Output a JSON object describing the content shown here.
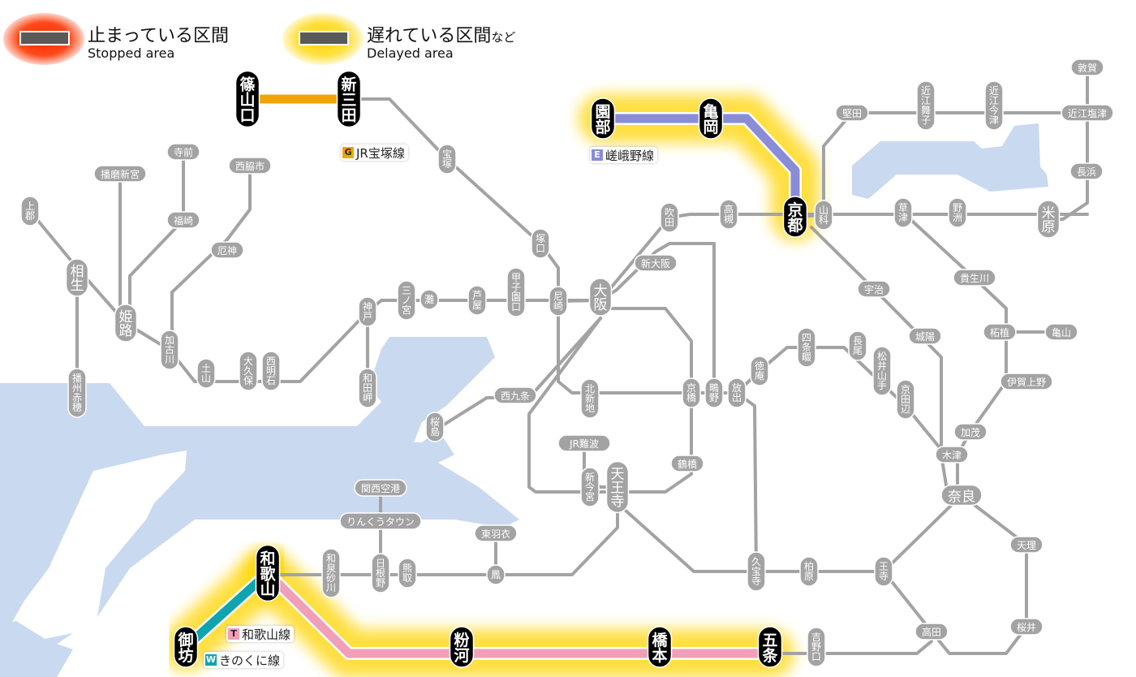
{
  "legend": {
    "stopped": {
      "label_jp": "止まっている区間",
      "label_en": "Stopped area",
      "glow_color": "#ff3300"
    },
    "delayed": {
      "label_jp": "遅れている区間",
      "label_jp_suffix": "など",
      "label_en": "Delayed area",
      "glow_color": "#ffd400"
    }
  },
  "colors": {
    "sea": "#c9d9f0",
    "track": "#a3a3a3",
    "station_inactive": "#a3a3a3",
    "station_active": "#000000",
    "delay_glow": "#ffd400"
  },
  "line_tags": [
    {
      "code": "G",
      "name": "JR宝塚線",
      "color": "#f0a500"
    },
    {
      "code": "E",
      "name": "嵯峨野線",
      "color": "#8a8cd8"
    },
    {
      "code": "T",
      "name": "和歌山線",
      "color": "#f19fb9"
    },
    {
      "code": "W",
      "name": "きのくに線",
      "color": "#10a3b0"
    }
  ],
  "delayed_lines": [
    {
      "name": "JR宝塚線",
      "color": "#f0a500",
      "stations": [
        "篠山口",
        "新三田"
      ]
    },
    {
      "name": "嵯峨野線",
      "color": "#8a8cd8",
      "stations": [
        "園部",
        "亀岡",
        "京都"
      ]
    },
    {
      "name": "和歌山線",
      "color": "#f19fb9",
      "stations": [
        "和歌山",
        "粉河",
        "橋本",
        "五条"
      ]
    },
    {
      "name": "きのくに線",
      "color": "#10a3b0",
      "stations": [
        "御坊",
        "和歌山"
      ]
    }
  ],
  "stations": [
    {
      "name": "篠山口",
      "active": true
    },
    {
      "name": "新三田",
      "active": true
    },
    {
      "name": "園部",
      "active": true
    },
    {
      "name": "亀岡",
      "active": true
    },
    {
      "name": "京都",
      "active": true
    },
    {
      "name": "和歌山",
      "active": true
    },
    {
      "name": "御坊",
      "active": true
    },
    {
      "name": "粉河",
      "active": true
    },
    {
      "name": "橋本",
      "active": true
    },
    {
      "name": "五条",
      "active": true
    },
    {
      "name": "宝塚",
      "active": false
    },
    {
      "name": "播磨新宮",
      "active": false
    },
    {
      "name": "寺前",
      "active": false
    },
    {
      "name": "西脇市",
      "active": false
    },
    {
      "name": "上郡",
      "active": false
    },
    {
      "name": "福崎",
      "active": false
    },
    {
      "name": "厄神",
      "active": false
    },
    {
      "name": "相生",
      "active": false
    },
    {
      "name": "姫路",
      "active": false
    },
    {
      "name": "加古川",
      "active": false
    },
    {
      "name": "土山",
      "active": false
    },
    {
      "name": "大久保",
      "active": false
    },
    {
      "name": "西明石",
      "active": false
    },
    {
      "name": "播州赤穂",
      "active": false
    },
    {
      "name": "神戸",
      "active": false
    },
    {
      "name": "和田岬",
      "active": false
    },
    {
      "name": "三ノ宮",
      "active": false
    },
    {
      "name": "灘",
      "active": false
    },
    {
      "name": "芦屋",
      "active": false
    },
    {
      "name": "甲子園口",
      "active": false
    },
    {
      "name": "塚口",
      "active": false
    },
    {
      "name": "尼崎",
      "active": false
    },
    {
      "name": "大阪",
      "active": false
    },
    {
      "name": "新大阪",
      "active": false
    },
    {
      "name": "吹田",
      "active": false
    },
    {
      "name": "高槻",
      "active": false
    },
    {
      "name": "山科",
      "active": false
    },
    {
      "name": "堅田",
      "active": false
    },
    {
      "name": "近江舞子",
      "active": false
    },
    {
      "name": "近江今津",
      "active": false
    },
    {
      "name": "近江塩津",
      "active": false
    },
    {
      "name": "敦賀",
      "active": false
    },
    {
      "name": "長浜",
      "active": false
    },
    {
      "name": "米原",
      "active": false
    },
    {
      "name": "草津",
      "active": false
    },
    {
      "name": "野洲",
      "active": false
    },
    {
      "name": "貴生川",
      "active": false
    },
    {
      "name": "柘植",
      "active": false
    },
    {
      "name": "亀山",
      "active": false
    },
    {
      "name": "伊賀上野",
      "active": false
    },
    {
      "name": "宇治",
      "active": false
    },
    {
      "name": "城陽",
      "active": false
    },
    {
      "name": "西九条",
      "active": false
    },
    {
      "name": "桜島",
      "active": false
    },
    {
      "name": "北新地",
      "active": false
    },
    {
      "name": "京橋",
      "active": false
    },
    {
      "name": "鴫野",
      "active": false
    },
    {
      "name": "放出",
      "active": false
    },
    {
      "name": "徳庵",
      "active": false
    },
    {
      "name": "四条畷",
      "active": false
    },
    {
      "name": "長尾",
      "active": false
    },
    {
      "name": "松井山手",
      "active": false
    },
    {
      "name": "京田辺",
      "active": false
    },
    {
      "name": "木津",
      "active": false
    },
    {
      "name": "加茂",
      "active": false
    },
    {
      "name": "奈良",
      "active": false
    },
    {
      "name": "JR難波",
      "active": false
    },
    {
      "name": "新今宮",
      "active": false
    },
    {
      "name": "天王寺",
      "active": false
    },
    {
      "name": "鶴橋",
      "active": false
    },
    {
      "name": "関西空港",
      "active": false
    },
    {
      "name": "りんくうタウン",
      "active": false
    },
    {
      "name": "東羽衣",
      "active": false
    },
    {
      "name": "鳳",
      "active": false
    },
    {
      "name": "和泉砂川",
      "active": false
    },
    {
      "name": "日根野",
      "active": false
    },
    {
      "name": "熊取",
      "active": false
    },
    {
      "name": "久宝寺",
      "active": false
    },
    {
      "name": "柏原",
      "active": false
    },
    {
      "name": "王寺",
      "active": false
    },
    {
      "name": "天理",
      "active": false
    },
    {
      "name": "桜井",
      "active": false
    },
    {
      "name": "高田",
      "active": false
    },
    {
      "name": "吉野口",
      "active": false
    }
  ]
}
